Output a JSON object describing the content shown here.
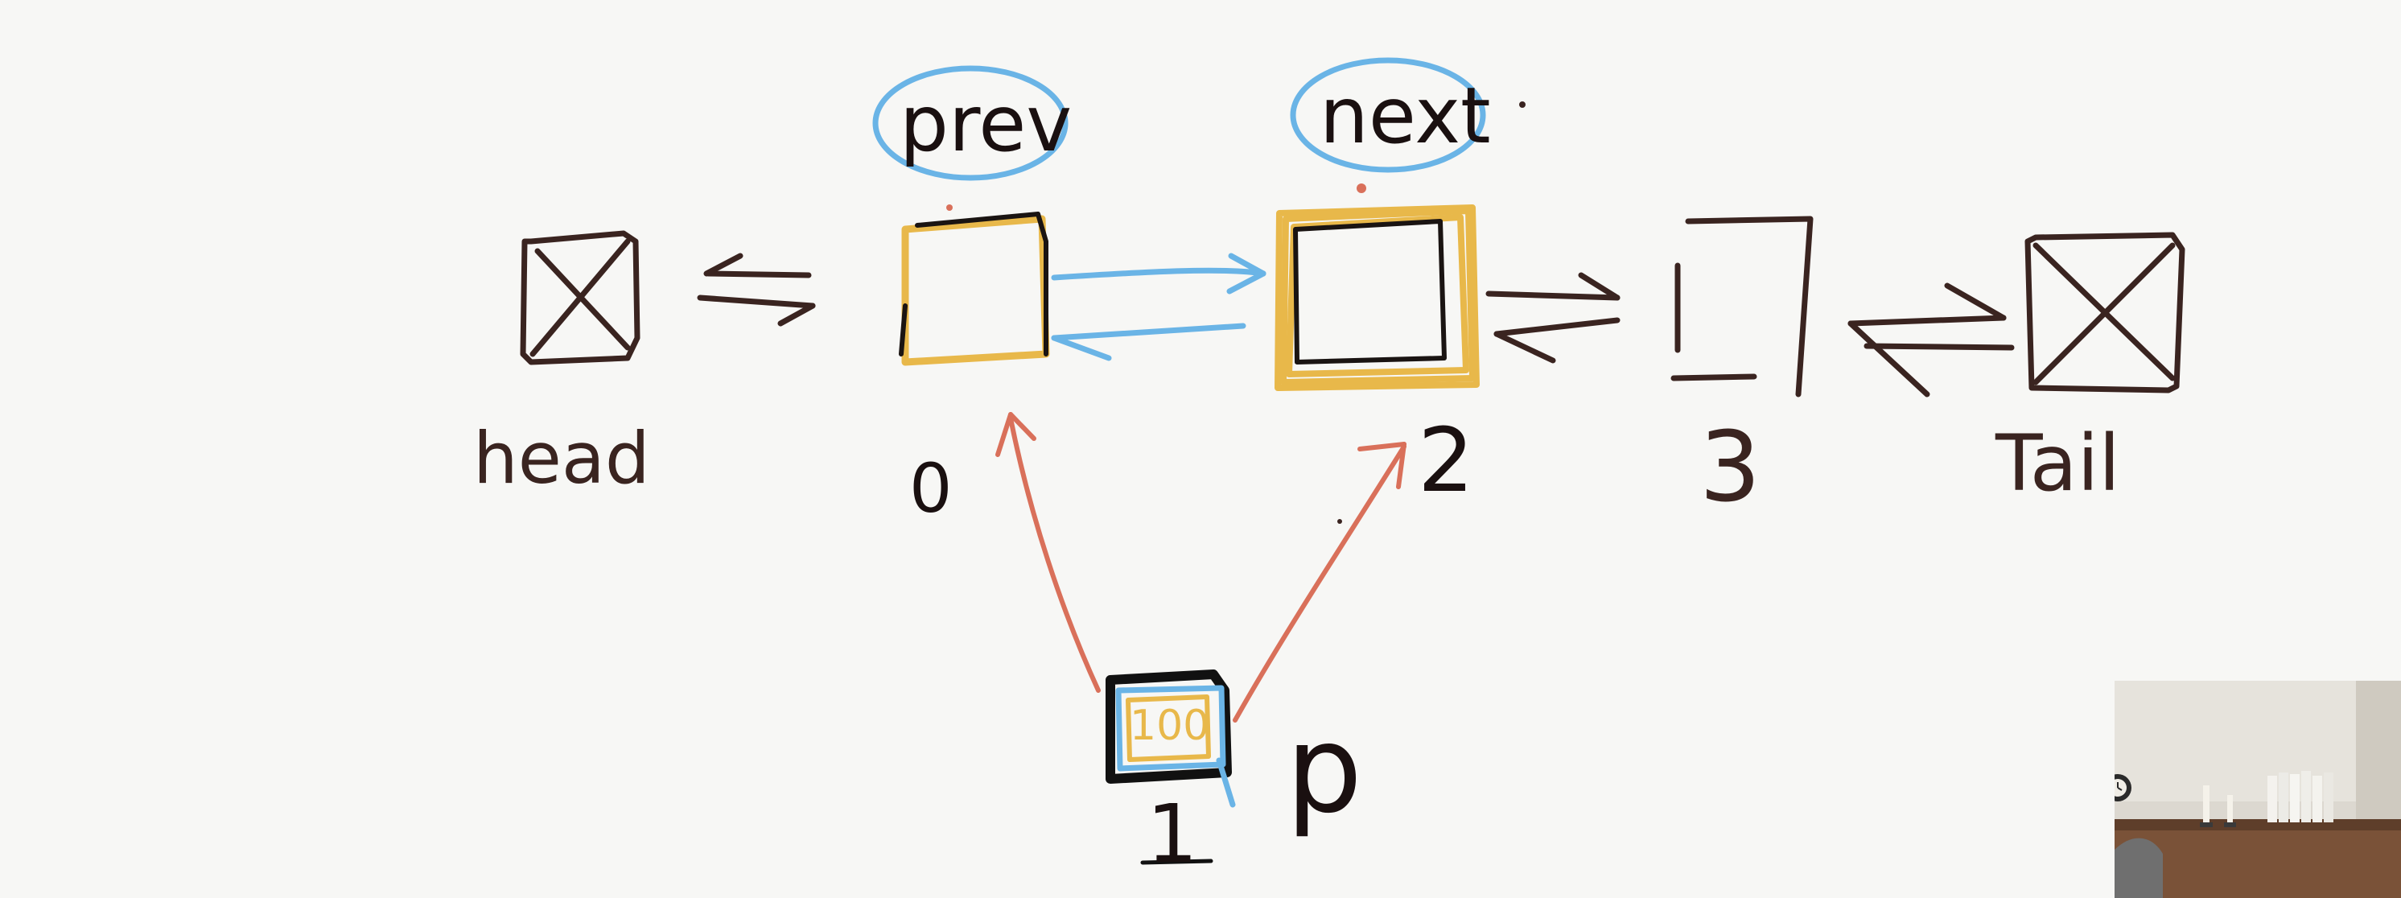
{
  "colors": {
    "ink": "#3a2420",
    "black": "#111111",
    "pointer_red": "#d9705a",
    "highlight_yellow": "#e8b84a",
    "link_blue": "#6ab4e6"
  },
  "nodes": {
    "head": "head",
    "node0": "0",
    "node2": "2",
    "node3": "3",
    "tail": "Tail",
    "new_node_label": "1",
    "new_node_value": "100"
  },
  "annotations": {
    "prev": "prev",
    "next": "next",
    "pointer": "p"
  },
  "icons": [
    "crossed-box-icon",
    "double-arrow-icon",
    "clock-icon"
  ]
}
